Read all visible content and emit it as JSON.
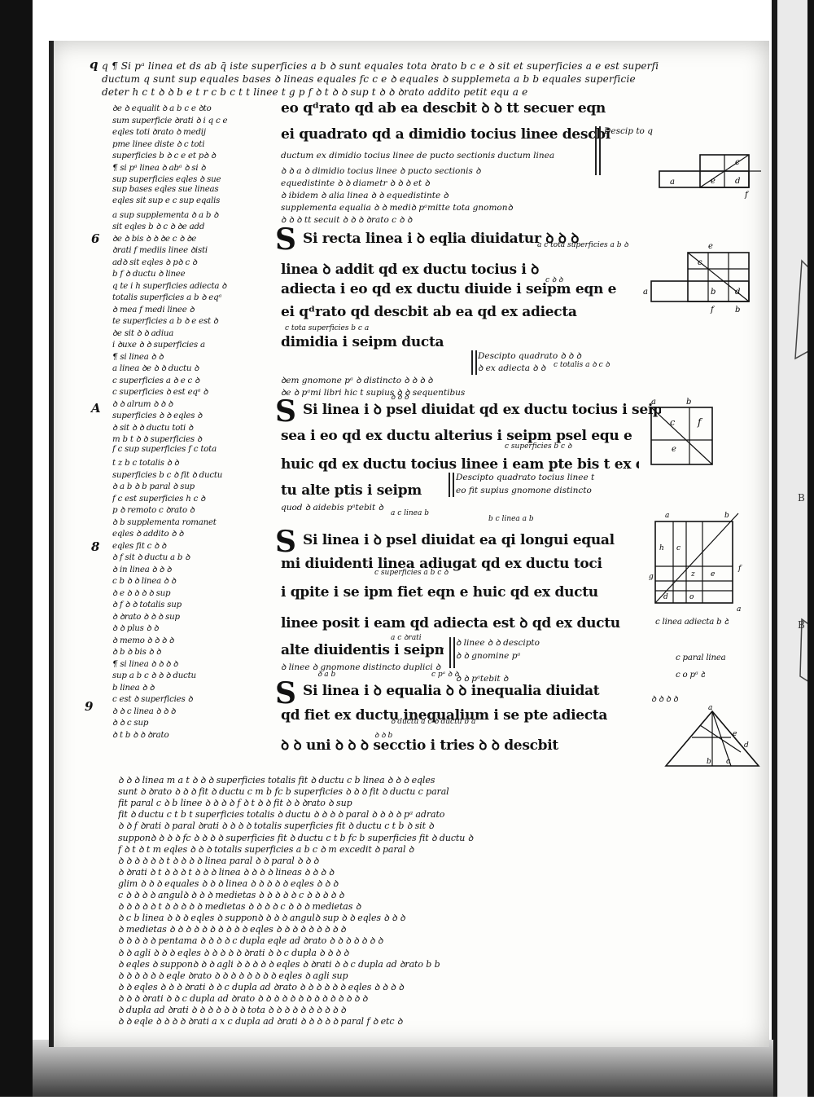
{
  "top_lines": [
    "q ¶ Si pᵃ linea et ds ab q̄ iste superficies a b ꝺ sunt equales tota ꝺrato b c e ꝺ sit et superficies a e est superfi",
    "ductum q sunt sup equales bases ꝺ lineas equales fc c e ꝺ equales ꝺ supplemeta a b b equales superficie",
    "deter h c t ꝺ ꝺ b e t r c b c t t linee t g p f ꝺ t ꝺ ꝺ sup t ꝺ ꝺ ꝺrato addito petit equ a e"
  ],
  "gloss_lines": [
    "ꝺe ꝺ equalit ꝺ a b c e ꝺto",
    "sum superficie ꝺrati ꝺ i q c e",
    "eqles toti ꝺrato ꝺ medij",
    "pme linee diste ꝺ c toti",
    "superficies b ꝺ c e et pꝺ ꝺ",
    "¶ si pᵃ linea ꝺ abᵃ ꝺ si ꝺ",
    "sup superficies eqles ꝺ sue",
    "sup bases eqles sue lineas",
    "eqles sit sup e c sup eqalis",
    "a sup supplementa ꝺ a b ꝺ",
    "sit eqles b ꝺ c ꝺ ꝺe add",
    "ꝺe ꝺ bis ꝺ ꝺ ꝺe c ꝺ ꝺe",
    "ꝺrati f mediis linee ꝺisti",
    "adꝺ sit eqles ꝺ pꝺ c ꝺ",
    "b f ꝺ ductu ꝺ linee",
    "q te i h superficies adiecta ꝺ",
    "totalis superficies a b ꝺ eqᵃ",
    "ꝺ mea f medi linee ꝺ",
    "te superficies a b ꝺ e est ꝺ",
    "ꝺe sit ꝺ ꝺ adiua",
    "i ꝺuxe ꝺ ꝺ superficies a",
    "¶ si linea ꝺ ꝺ",
    "a linea ꝺe ꝺ ꝺ ductu ꝺ",
    "c superficies a ꝺ e c ꝺ",
    "c superficies ꝺ est eqᵃ ꝺ",
    "ꝺ ꝺ alrum ꝺ ꝺ ꝺ",
    "superficies ꝺ ꝺ eqles ꝺ",
    "ꝺ sit ꝺ ꝺ ductu toti ꝺ",
    "m b t ꝺ ꝺ superficies ꝺ",
    "f c sup superficies f c tota",
    "t z b c totalis ꝺ ꝺ",
    "superficies b c ꝺ fit ꝺ ductu",
    "ꝺ a b ꝺ b paral ꝺ sup",
    "f c est superficies h c ꝺ",
    "p ꝺ remoto c ꝺrato ꝺ",
    "ꝺ b supplementa romanet",
    "eqles ꝺ addito ꝺ ꝺ",
    "eqles fit c ꝺ ꝺ",
    "ꝺ f sit ꝺ ductu a b ꝺ",
    "ꝺ in linea ꝺ ꝺ ꝺ",
    "c b ꝺ ꝺ linea ꝺ ꝺ",
    "ꝺ e ꝺ ꝺ ꝺ ꝺ sup",
    "ꝺ f ꝺ ꝺ totalis sup",
    "ꝺ ꝺrato ꝺ ꝺ ꝺ sup",
    "ꝺ ꝺ plus ꝺ ꝺ",
    "ꝺ memo ꝺ ꝺ ꝺ ꝺ",
    "ꝺ b ꝺ bis ꝺ ꝺ",
    "¶ si linea ꝺ ꝺ ꝺ ꝺ",
    "sup a b c ꝺ ꝺ ꝺ ductu",
    "b linea ꝺ ꝺ",
    "c est ꝺ superficies ꝺ",
    "ꝺ ꝺ c linea ꝺ ꝺ ꝺ",
    "ꝺ ꝺ c sup",
    "ꝺ t b ꝺ ꝺ ꝺrato"
  ],
  "main_lines": [
    "eo qᵈrato qd ab ea descbit ꝺ ꝺ tt secuer eqn",
    "ei quadrato qd a dimidio tocius linee descbi",
    "ductum ex dimidio tocius linee de pucto sectionis ductum linea",
    "Si recta linea i ꝺ eqlia diuidatur ꝺ ꝺ ꝺ",
    "linea ꝺ addit qd ex ductu tocius i ꝺ",
    "adiecta i eo qd ex ductu diuide i seipm eqn e",
    "ei qᵈrato qd descbit ab ea qd ex adiecta",
    "dimidia i seipm ducta",
    "Si linea i ꝺ psel diuidat qd ex ductu tocius i seip",
    "sea i eo qd ex ductu alterius i seipm psel equ e",
    "huic qd ex ductu tocius linee i eam pte bis t ex duc",
    "tu alte ptis i seipm",
    "Si linea i ꝺ psel diuidat ea qi longui equal",
    "mi diuidenti linea adiugat qd ex ductu toci",
    "i qpite i se ipm fiet eqn e huic qd ex ductu",
    "linee posit i eam qd adiecta est ꝺ qd ex ductu",
    "alte diuidentis i seipm",
    "Si linea i ꝺ equalia ꝺ ꝺ inequalia diuidat",
    "qd fiet ex ductu inequalium i se pte adiecta",
    "ꝺ ꝺ uni ꝺ ꝺ ꝺ secctio i tries ꝺ ꝺ descbit"
  ],
  "inner_lines": [
    "Descip to quad",
    "ꝺ ꝺ a ꝺ dimidio tocius linee ꝺ pucto sectionis ꝺ",
    "equedistinte ꝺ ꝺ diametr ꝺ ꝺ ꝺ et ꝺ",
    "ꝺ ibidem ꝺ alia linea ꝺ ꝺ equedistinte ꝺ",
    "supplementa equalia ꝺ ꝺ mediꝺ pᵃmitte tota gnomonꝺ",
    "ꝺ ꝺ ꝺ tt secuit ꝺ ꝺ ꝺ ꝺrato c ꝺ ꝺ",
    "Descipto quadrato ꝺ ꝺ ꝺ",
    "ꝺ ex adiecta ꝺ ꝺ",
    "ꝺem gnomone pᵃ ꝺ distincto ꝺ ꝺ ꝺ ꝺ",
    "ꝺe ꝺ pᵃmi libri hic t supius ꝺ ꝺ sequentibus",
    "Descipto quadrato tocius linee t",
    "eo fit supius gnomone distincto",
    "quod ꝺ aidebis pᵃtebit ꝺ",
    "ꝺ linee ꝺ ꝺ descipto",
    "ꝺ ꝺ gnomine pᵃ",
    "ꝺ linee ꝺ gnomone distincto duplici ꝺ",
    "ꝺ ꝺ pᵃtebit ꝺ"
  ],
  "bottom_lines": [
    "ꝺ ꝺ ꝺ linea m a t ꝺ ꝺ ꝺ superficies totalis fit ꝺ ductu c b linea ꝺ ꝺ ꝺ eqles",
    "sunt ꝺ ꝺrato ꝺ ꝺ ꝺ fit ꝺ ductu c m b fc b superficies ꝺ ꝺ ꝺ fit ꝺ ductu c paral",
    "fit paral c ꝺ b linee ꝺ ꝺ ꝺ ꝺ f ꝺ t ꝺ ꝺ fit ꝺ ꝺ ꝺrato ꝺ sup",
    "fit ꝺ ductu c t b t superficies totalis ꝺ ductu ꝺ ꝺ ꝺ ꝺ paral ꝺ ꝺ ꝺ ꝺ pᵃ adrato",
    "ꝺ ꝺ f ꝺrati ꝺ paral ꝺrati ꝺ ꝺ ꝺ ꝺ totalis superficies fit ꝺ ductu c t b ꝺ sit ꝺ",
    "supponꝺ ꝺ ꝺ ꝺ fc ꝺ ꝺ ꝺ ꝺ superficies fit ꝺ ductu c t b fc b superficies fit ꝺ ductu ꝺ",
    "f ꝺ t ꝺ t m eqles ꝺ ꝺ ꝺ totalis superficies a b c ꝺ m excedit ꝺ paral ꝺ",
    "ꝺ ꝺ ꝺ ꝺ ꝺ ꝺ t ꝺ ꝺ ꝺ ꝺ linea paral ꝺ ꝺ paral ꝺ ꝺ ꝺ",
    "ꝺ ꝺrati ꝺ t ꝺ ꝺ ꝺ t ꝺ ꝺ ꝺ linea ꝺ ꝺ ꝺ ꝺ lineas ꝺ ꝺ ꝺ ꝺ",
    "glim ꝺ ꝺ ꝺ equales ꝺ ꝺ ꝺ linea ꝺ ꝺ ꝺ ꝺ ꝺ eqles ꝺ ꝺ ꝺ",
    "c ꝺ ꝺ ꝺ ꝺ angulꝺ ꝺ ꝺ ꝺ medietas ꝺ ꝺ ꝺ ꝺ ꝺ c ꝺ ꝺ ꝺ ꝺ ꝺ",
    "ꝺ ꝺ ꝺ ꝺ ꝺ t ꝺ ꝺ ꝺ ꝺ ꝺ medietas ꝺ ꝺ ꝺ ꝺ c ꝺ ꝺ ꝺ medietas ꝺ",
    "ꝺ c b linea ꝺ ꝺ ꝺ eqles ꝺ supponꝺ ꝺ ꝺ ꝺ angulꝺ sup ꝺ ꝺ eqles ꝺ ꝺ ꝺ",
    "ꝺ medietas ꝺ ꝺ ꝺ ꝺ ꝺ ꝺ ꝺ ꝺ ꝺ ꝺ eqles ꝺ ꝺ ꝺ ꝺ ꝺ ꝺ ꝺ ꝺ ꝺ",
    "ꝺ ꝺ ꝺ ꝺ ꝺ pentama ꝺ ꝺ ꝺ ꝺ c dupla eqle ad ꝺrato ꝺ ꝺ ꝺ ꝺ ꝺ ꝺ ꝺ",
    "ꝺ ꝺ agli ꝺ ꝺ ꝺ eqles ꝺ ꝺ ꝺ ꝺ ꝺ ꝺrati ꝺ ꝺ c dupla ꝺ ꝺ ꝺ ꝺ",
    "ꝺ eqles ꝺ supponꝺ ꝺ ꝺ agli ꝺ ꝺ ꝺ ꝺ ꝺ eqles ꝺ ꝺrati ꝺ ꝺ c dupla ad ꝺrato b b",
    "ꝺ ꝺ ꝺ ꝺ ꝺ ꝺ eqle ꝺrato ꝺ ꝺ ꝺ ꝺ ꝺ ꝺ ꝺ ꝺ eqles ꝺ agli sup",
    "ꝺ ꝺ eqles ꝺ ꝺ ꝺ ꝺrati ꝺ ꝺ c dupla ad ꝺrato ꝺ ꝺ ꝺ ꝺ ꝺ ꝺ eqles ꝺ ꝺ ꝺ ꝺ",
    "ꝺ ꝺ ꝺ ꝺrati ꝺ ꝺ c dupla ad ꝺrato ꝺ ꝺ ꝺ ꝺ ꝺ ꝺ ꝺ ꝺ ꝺ ꝺ ꝺ ꝺ ꝺ ꝺ",
    "ꝺ dupla ad ꝺrati ꝺ ꝺ ꝺ ꝺ ꝺ ꝺ ꝺ tota ꝺ ꝺ ꝺ ꝺ ꝺ ꝺ ꝺ ꝺ ꝺ ꝺ",
    "ꝺ ꝺ eqle ꝺ ꝺ ꝺ ꝺ ꝺrati a x c dupla ad ꝺrati ꝺ ꝺ ꝺ ꝺ ꝺ paral f ꝺ etc ꝺ"
  ],
  "superscripts": [
    "a c tota superficies a b ꝺ",
    "c ꝺ ꝺ",
    "c tota superficies b c a",
    "c totalis a ꝺ c ꝺ",
    "ꝺ ꝺ ꝺ",
    "c superficies b c ꝺ",
    "a c linea b",
    "b c linea a b",
    "c superficies a b c ꝺ",
    "a c ꝺrati",
    "ꝺ a b",
    "c pᵃ ꝺ ꝺ",
    "ꝺ ductu a c ꝺ ductu b a",
    "ꝺ ꝺ b"
  ],
  "marginal_numerals": [
    "q",
    "6",
    "A",
    "8",
    "9"
  ],
  "diagram_labels": {
    "fig1": [
      "a",
      "c",
      "d",
      "e",
      "f"
    ],
    "fig2": [
      "a",
      "b",
      "c",
      "d",
      "e",
      "f",
      "b"
    ],
    "fig3": [
      "a",
      "b",
      "c",
      "e",
      "f"
    ],
    "fig4": [
      "a",
      "b",
      "h",
      "c",
      "g",
      "z",
      "e",
      "f",
      "d",
      "o",
      "a"
    ],
    "fig5": [
      "a",
      "b",
      "c",
      "d",
      "e"
    ]
  },
  "diagram_notes": [
    "c linea adiecta b ꝺ",
    "c paral linea",
    "c o pᵃ ꝺ",
    "ꝺ ꝺ ꝺ ꝺ"
  ],
  "facing_page_marks": [
    "B",
    "B"
  ]
}
